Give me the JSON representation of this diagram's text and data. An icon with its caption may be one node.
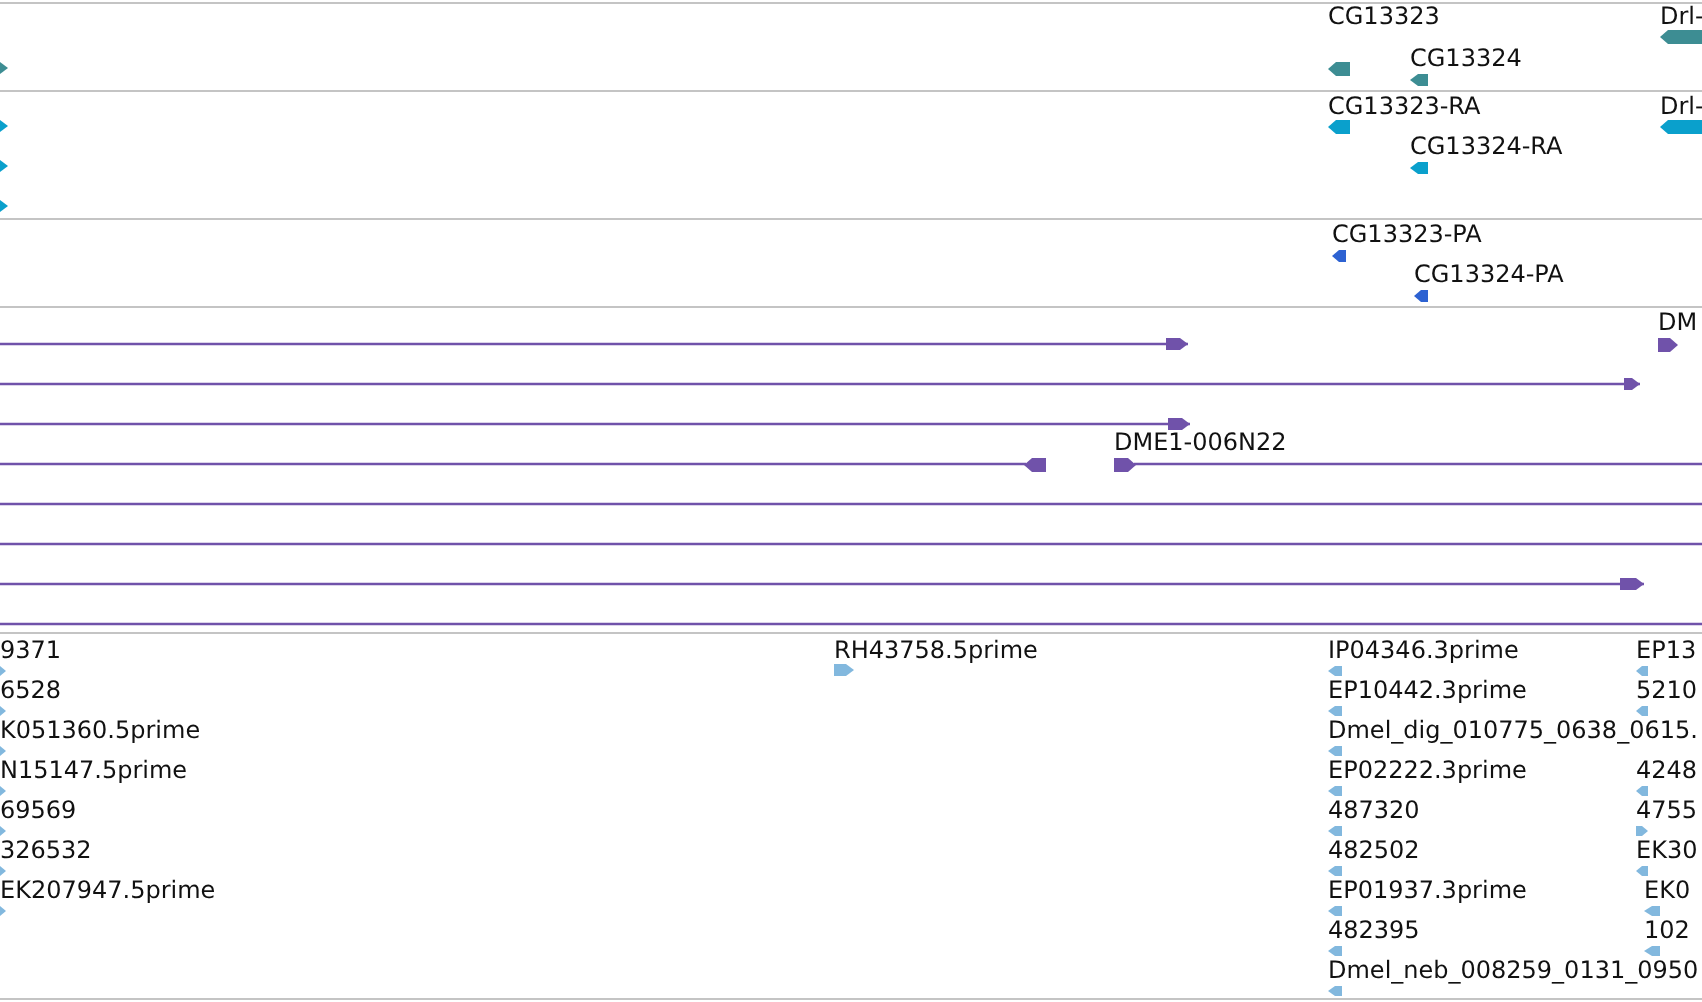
{
  "diagram": {
    "labels": [
      "CG13323",
      "Drl-",
      "CG13324",
      "CG13323-RA",
      "Drl-",
      "CG13324-RA",
      "CG13323-PA",
      "CG13324-PA",
      "DM",
      "DME1-006N22",
      "9371",
      "RH43758.5prime",
      "IP04346.3prime",
      "EP13",
      "6528",
      "EP10442.3prime",
      "5210",
      "K051360.5prime",
      "Dmel_dig_010775_0638_0615.",
      "N15147.5prime",
      "EP02222.3prime",
      "4248",
      "69569",
      "487320",
      "4755",
      "326532",
      "482502",
      "EK30",
      "EK207947.5prime",
      "EP01937.3prime",
      "EK0",
      "482395",
      "102",
      "Dmel_neb_008259_0131_0950"
    ]
  }
}
